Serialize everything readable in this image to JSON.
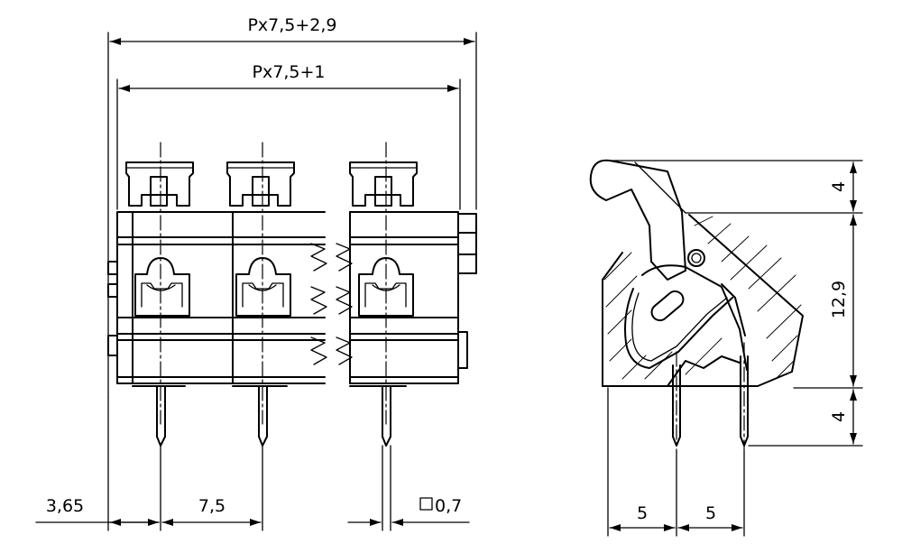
{
  "dimensions": {
    "overall_width": "Px7,5+2,9",
    "base_width": "Px7,5+1",
    "offset_first_pin": "3,65",
    "pitch": "7,5",
    "pin_size": "0,7",
    "side_pin_spacing_left": "5",
    "side_pin_spacing_right": "5",
    "height_top": "4",
    "height_middle": "12,9",
    "height_bottom": "4"
  }
}
